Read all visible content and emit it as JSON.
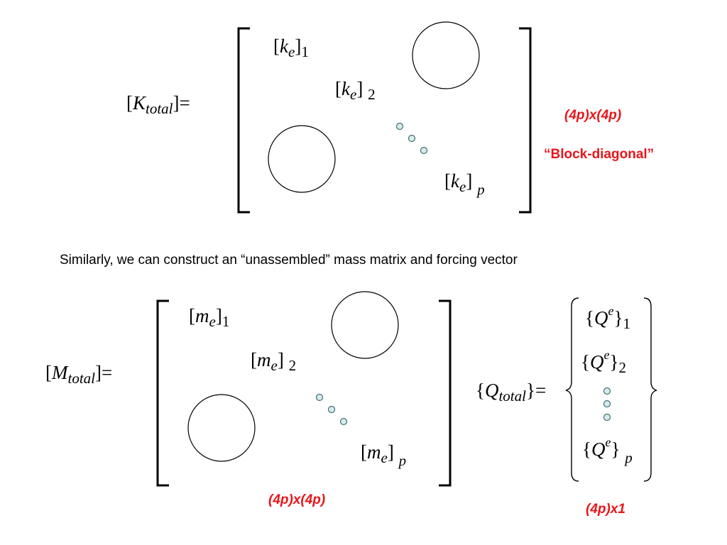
{
  "stiffness": {
    "lhs": {
      "symbol": "K",
      "subscript": "total",
      "equals": "]="
    },
    "blocks": [
      {
        "symbol": "k",
        "subscript": "e",
        "index": "1"
      },
      {
        "symbol": "k",
        "subscript": "e",
        "index": "2"
      },
      {
        "symbol": "k",
        "subscript": "e",
        "index": "p"
      }
    ],
    "size_label": "(4p)x(4p)",
    "type_label": "“Block-diagonal”"
  },
  "caption": "Similarly, we can construct an “unassembled” mass matrix and forcing vector",
  "mass": {
    "lhs": {
      "symbol": "M",
      "subscript": "total",
      "equals": "]="
    },
    "blocks": [
      {
        "symbol": "m",
        "subscript": "e",
        "index": "1"
      },
      {
        "symbol": "m",
        "subscript": "e",
        "index": "2"
      },
      {
        "symbol": "m",
        "subscript": "e",
        "index": "p"
      }
    ],
    "size_label": "(4p)x(4p)"
  },
  "forcing": {
    "lhs": {
      "symbol": "Q",
      "subscript": "total",
      "equals": "}="
    },
    "entries": [
      {
        "symbol": "Q",
        "superscript": "e",
        "index": "1"
      },
      {
        "symbol": "Q",
        "superscript": "e",
        "index": "2"
      },
      {
        "symbol": "Q",
        "superscript": "e",
        "index": "p"
      }
    ],
    "size_label": "(4p)x1"
  }
}
